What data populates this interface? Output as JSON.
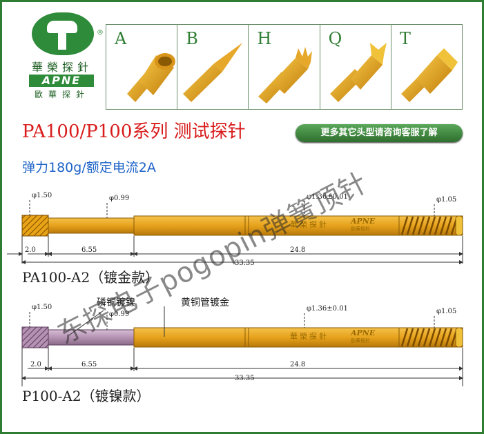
{
  "logo": {
    "brand_cn": "華榮探針",
    "brand_en": "APNE",
    "brand_cn2": "歐華探針",
    "registered_mark": "®"
  },
  "tip_types": [
    "A",
    "B",
    "H",
    "Q",
    "T"
  ],
  "header": {
    "title": "PA100/P100系列 测试探针",
    "contact_button": "更多其它头型请咨询客服了解",
    "subtitle": "弹力180g/额定电流2A"
  },
  "drawing1": {
    "dims": {
      "tip_dia": "φ1.50",
      "plunger_dia": "φ0.99",
      "barrel_dia": "φ1.36±0.01",
      "end_dia": "φ1.05",
      "len_tip": "2.0",
      "len_plunger": "6.55",
      "len_barrel": "24.8",
      "len_total": "33.35"
    },
    "stamp_cn": "華榮探針",
    "stamp_en": "APNE",
    "stamp_cn2": "歐華探針",
    "caption": "PA100-A2（镀金款）"
  },
  "drawing2": {
    "dims": {
      "tip_dia": "φ1.50",
      "plunger_dia": "φ0.99",
      "barrel_dia": "φ1.36±0.01",
      "end_dia": "φ1.05",
      "len_tip": "2.0",
      "len_plunger": "6.55",
      "len_barrel": "24.8",
      "len_total": "33.35"
    },
    "label_plunger": "磷铜镀镍",
    "label_barrel": "黄铜管镀金",
    "stamp_cn": "華榮探針",
    "stamp_en": "APNE",
    "stamp_cn2": "歐華探針",
    "caption": "P100-A2（镀镍款）"
  },
  "watermark": "东探电子pogopin弹簧顶针",
  "colors": {
    "gold": "#e8a317",
    "gold_dark": "#b8780a",
    "nickel": "#b99ab8",
    "frame": "#2e7d32",
    "title_red": "#d81b1b",
    "subtitle_blue": "#1e63c8"
  }
}
